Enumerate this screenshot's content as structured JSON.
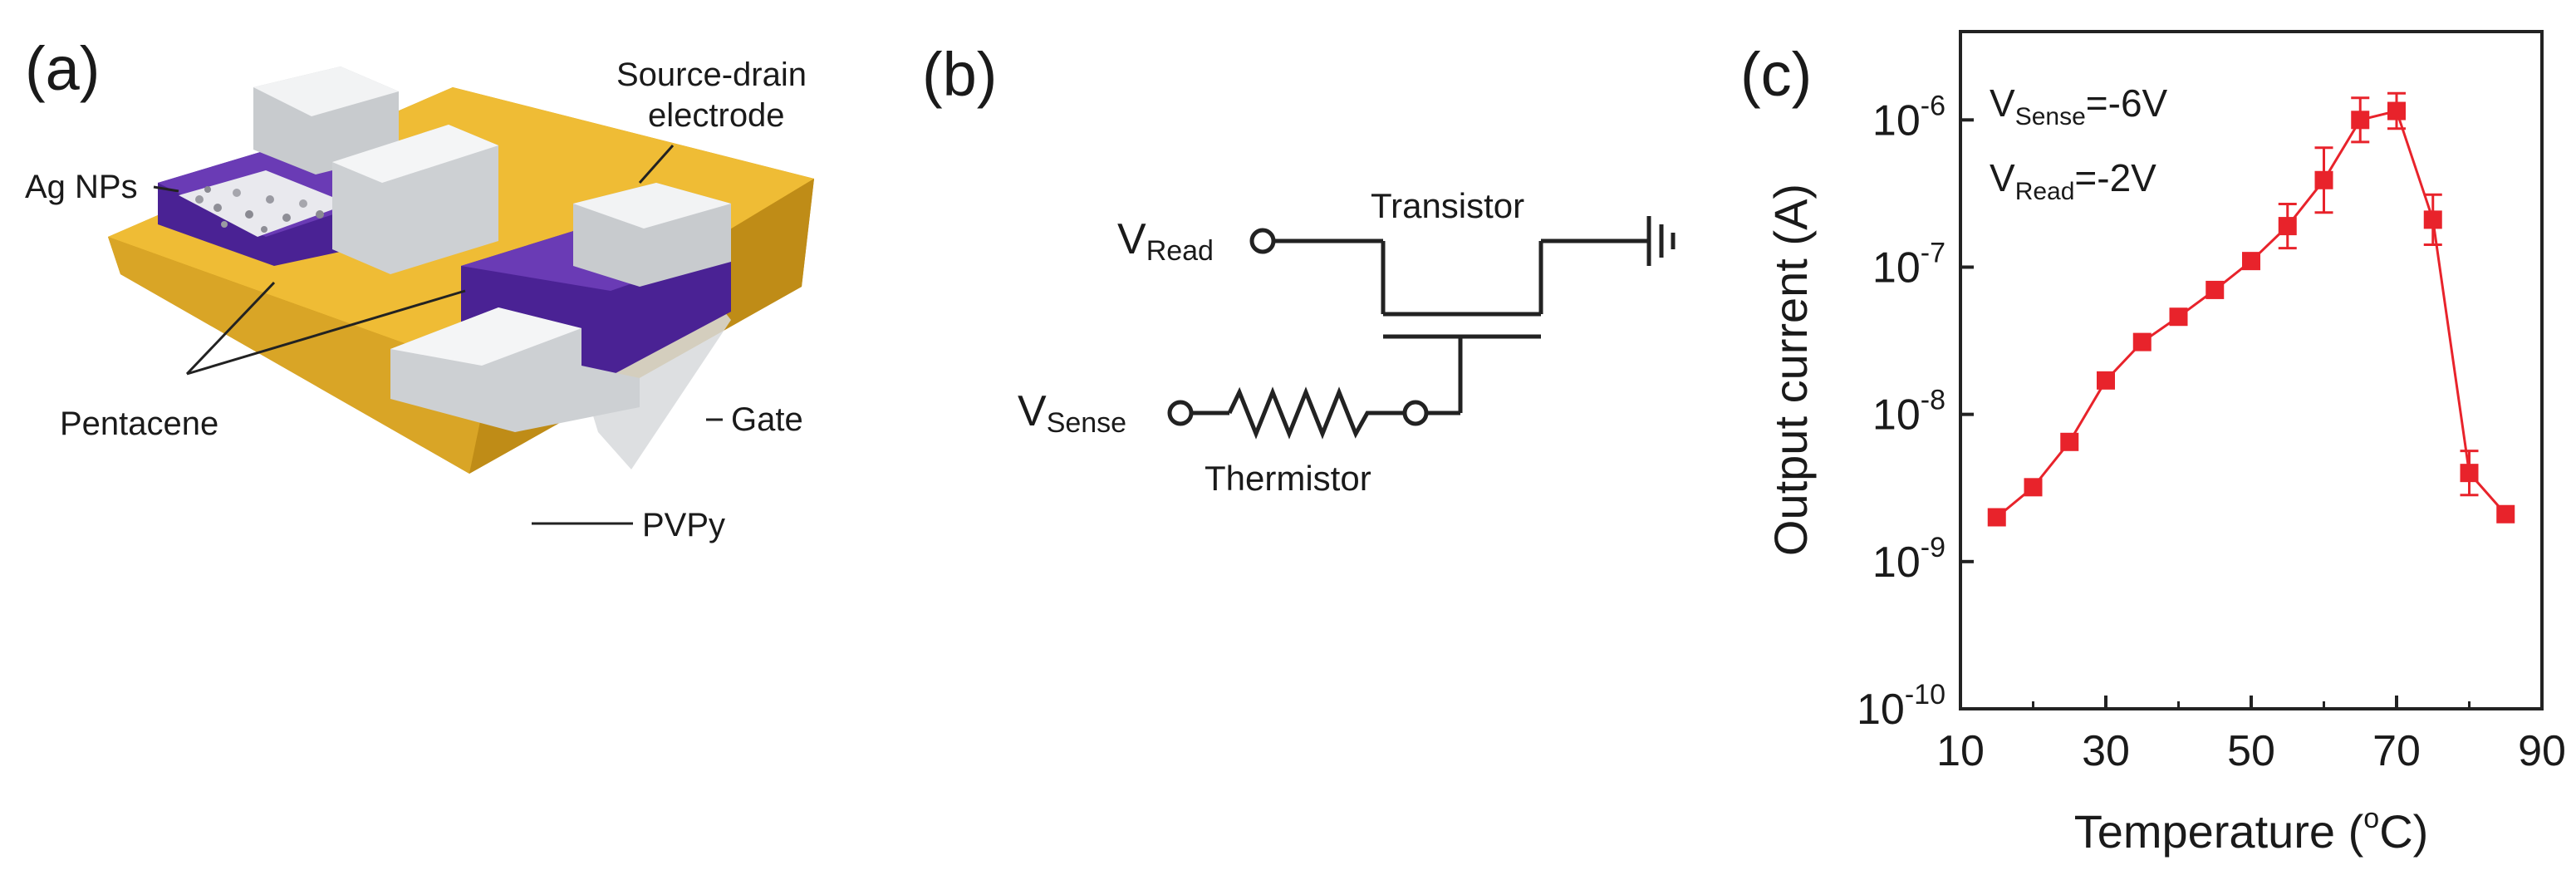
{
  "panels": {
    "a": {
      "tag": "(a)",
      "labels": {
        "ag_nps": "Ag NPs",
        "source_drain_1": "Source-drain",
        "source_drain_2": "electrode",
        "pentacene": "Pentacene",
        "gate": "Gate",
        "pvpy": "PVPy"
      }
    },
    "b": {
      "tag": "(b)",
      "v_read_main": "V",
      "v_read_sub": "Read",
      "v_sense_main": "V",
      "v_sense_sub": "Sense",
      "transistor": "Transistor",
      "thermistor": "Thermistor"
    },
    "c": {
      "tag": "(c)",
      "annotation": {
        "line1_main": "V",
        "line1_sub": "Sense",
        "line1_value": "=-6V",
        "line2_main": "V",
        "line2_sub": "Read",
        "line2_value": "=-2V"
      }
    }
  },
  "colors": {
    "series": "#e8232b",
    "substrate": "#e8b429",
    "pentacene": "#5a2ca0",
    "electrode": "#e6e8ea"
  },
  "chart_data": {
    "type": "line",
    "title": "",
    "xlabel": "Temperature (°C)",
    "xlabel_main": "Temperature (",
    "xlabel_sup": "o",
    "xlabel_end": "C)",
    "ylabel": "Output current (A)",
    "xlim": [
      10,
      90
    ],
    "ylim_log10": [
      -10,
      -5.4
    ],
    "y_scale": "log",
    "x_ticks": [
      10,
      30,
      50,
      70,
      90
    ],
    "y_ticks": [
      {
        "exp": -10,
        "base": "10",
        "sup": "-10"
      },
      {
        "exp": -9,
        "base": "10",
        "sup": "-9"
      },
      {
        "exp": -8,
        "base": "10",
        "sup": "-8"
      },
      {
        "exp": -7,
        "base": "10",
        "sup": "-7"
      },
      {
        "exp": -6,
        "base": "10",
        "sup": "-6"
      }
    ],
    "series": [
      {
        "x": [
          15,
          20,
          25,
          30,
          35,
          40,
          45,
          50,
          55,
          60,
          65,
          70,
          75,
          80,
          85
        ],
        "y": [
          2e-09,
          3.2e-09,
          6.5e-09,
          1.7e-08,
          3.1e-08,
          4.6e-08,
          7e-08,
          1.1e-07,
          1.9e-07,
          3.9e-07,
          1e-06,
          1.15e-06,
          2.1e-07,
          4e-09,
          2.1e-09
        ],
        "err": [
          0,
          0,
          0,
          0,
          0,
          0,
          0,
          0,
          0.15,
          0.22,
          0.15,
          0.12,
          0.17,
          0.15,
          0
        ]
      }
    ],
    "grid": false,
    "legend": "none"
  }
}
